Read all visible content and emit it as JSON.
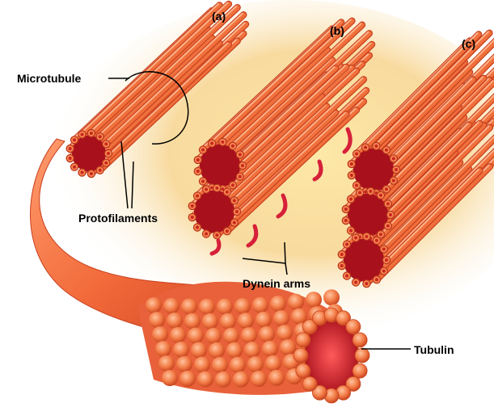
{
  "panel_labels": {
    "a": "(a)",
    "b": "(b)",
    "c": "(c)"
  },
  "labels": {
    "microtubule": "Microtubule",
    "protofilaments": "Protofilaments",
    "dynein_arms": "Dynein arms",
    "tubulin": "Tubulin"
  },
  "colors": {
    "tube_orange": "#f0703c",
    "tube_highlight": "#ffb38a",
    "tube_shadow": "#b8341c",
    "lumen_red": "#d41f2a",
    "dynein_red": "#d6203a",
    "glow_yellow": "#f9d98c"
  }
}
